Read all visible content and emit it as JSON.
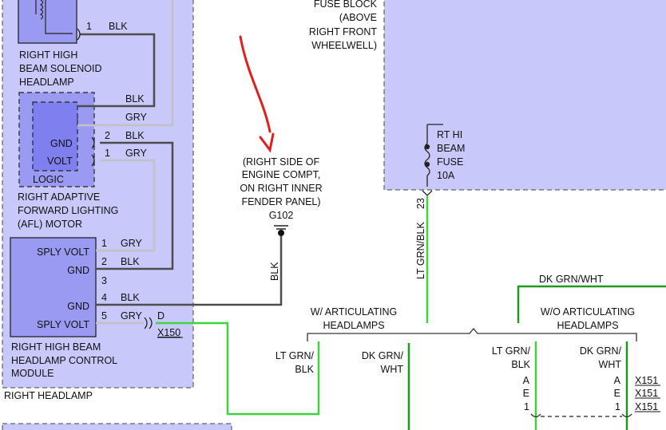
{
  "fuse_block": {
    "label_lines": [
      "FUSE BLOCK",
      "(ABOVE",
      "RIGHT FRONT",
      "WHEELWELL)"
    ],
    "fuse_lines": [
      "RT HI",
      "BEAM",
      "FUSE",
      "10A"
    ],
    "pin": "23"
  },
  "solenoid": {
    "pin": "1",
    "wire": "BLK",
    "label_lines": [
      "RIGHT HIGH",
      "BEAM SOLENOID",
      "HEADLAMP"
    ]
  },
  "afl_motor": {
    "wire_top_blk": "BLK",
    "wire_top_gry": "GRY",
    "pin_gnd_label": "GND",
    "pin_volt_label": "VOLT",
    "pin_gnd_num": "2",
    "pin_gnd_wire": "BLK",
    "pin_volt_num": "1",
    "pin_volt_wire": "GRY",
    "logic_label": "LOGIC",
    "label_lines": [
      "RIGHT ADAPTIVE",
      "FORWARD LIGHTING",
      "(AFL) MOTOR"
    ]
  },
  "control_module": {
    "pins": [
      {
        "name": "SPLY VOLT",
        "num": "1",
        "wire": "GRY"
      },
      {
        "name": "GND",
        "num": "2",
        "wire": "BLK"
      },
      {
        "name": "",
        "num": "3",
        "wire": ""
      },
      {
        "name": "GND",
        "num": "4",
        "wire": "BLK"
      },
      {
        "name": "SPLY VOLT",
        "num": "5",
        "wire": "GRY"
      }
    ],
    "connector_pin": "D",
    "connector": "X150",
    "label_lines": [
      "RIGHT HIGH BEAM",
      "HEADLAMP CONTROL",
      "MODULE"
    ]
  },
  "right_headlamp_label": "RIGHT HEADLAMP",
  "ground": {
    "location_lines": [
      "(RIGHT SIDE OF",
      "ENGINE COMPT,",
      "ON RIGHT INNER",
      "FENDER PANEL)"
    ],
    "id": "G102",
    "wire": "BLK"
  },
  "fuse_wire": "LT GRN/BLK",
  "dkgrn_top": "DK GRN/WHT",
  "options": {
    "with": [
      "W/ ARTICULATING",
      "HEADLAMPS"
    ],
    "without": [
      "W/O ARTICULATING",
      "HEADLAMPS"
    ]
  },
  "bottom_wires": {
    "a": [
      "LT GRN/",
      "BLK"
    ],
    "b": [
      "DK GRN/",
      "WHT"
    ],
    "c": [
      "LT GRN/",
      "BLK"
    ],
    "d": [
      "DK GRN/",
      "WHT"
    ]
  },
  "x151": {
    "pins_left": [
      "A",
      "E",
      "1"
    ],
    "pins_right": [
      "A",
      "E",
      "1"
    ],
    "labels": [
      "X151",
      "X151",
      "X151"
    ]
  },
  "colors": {
    "module_fill": "#c8c8fa",
    "component_fill": "#9a9af2",
    "logic_fill": "#7f7ff0",
    "blk_wire": "#4d4d4d",
    "gry_wire": "#c2c2c2",
    "green_wire": "#3ed43e",
    "dark_green_wire": "#1f9a1f",
    "annotation": "#e02020"
  }
}
